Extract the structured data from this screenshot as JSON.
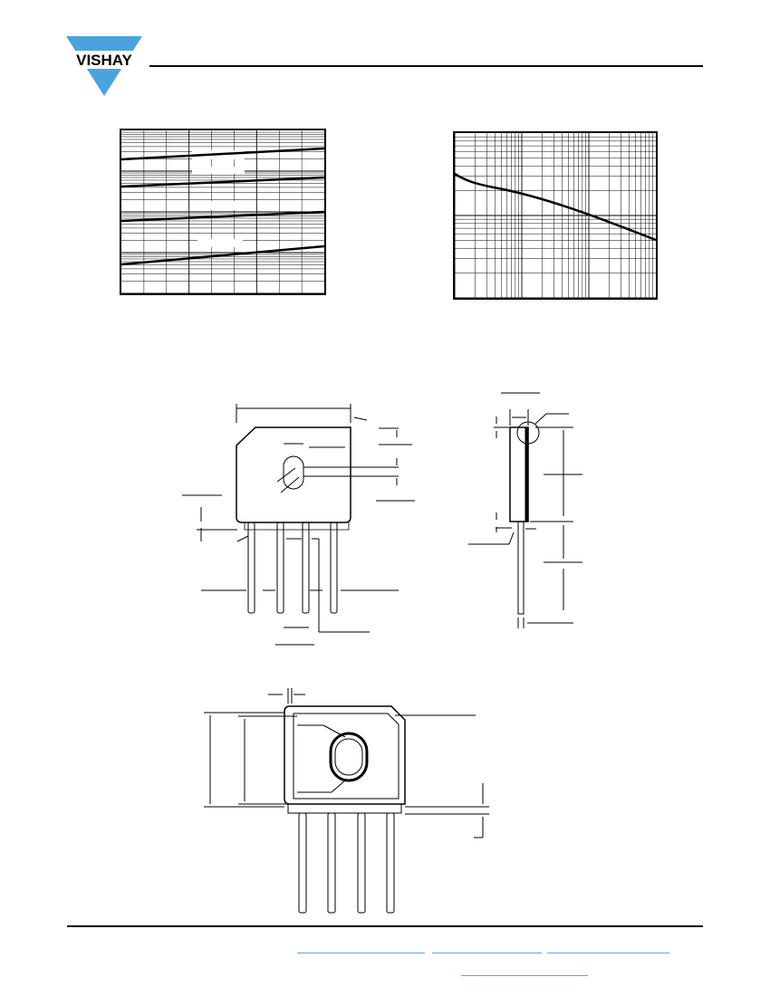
{
  "header": {
    "brand": "VISHAY",
    "logo_icon": "vishay-triangle-logo-icon",
    "brand_color": "#4aa3df"
  },
  "figures": {
    "left_chart_grid": "log-log",
    "right_chart_grid": "log-log",
    "outline_drawings": [
      "front-view",
      "side-view",
      "heatsink-view"
    ]
  },
  "footer": {
    "link_color": "#6a9fe8",
    "link_count": 4
  }
}
